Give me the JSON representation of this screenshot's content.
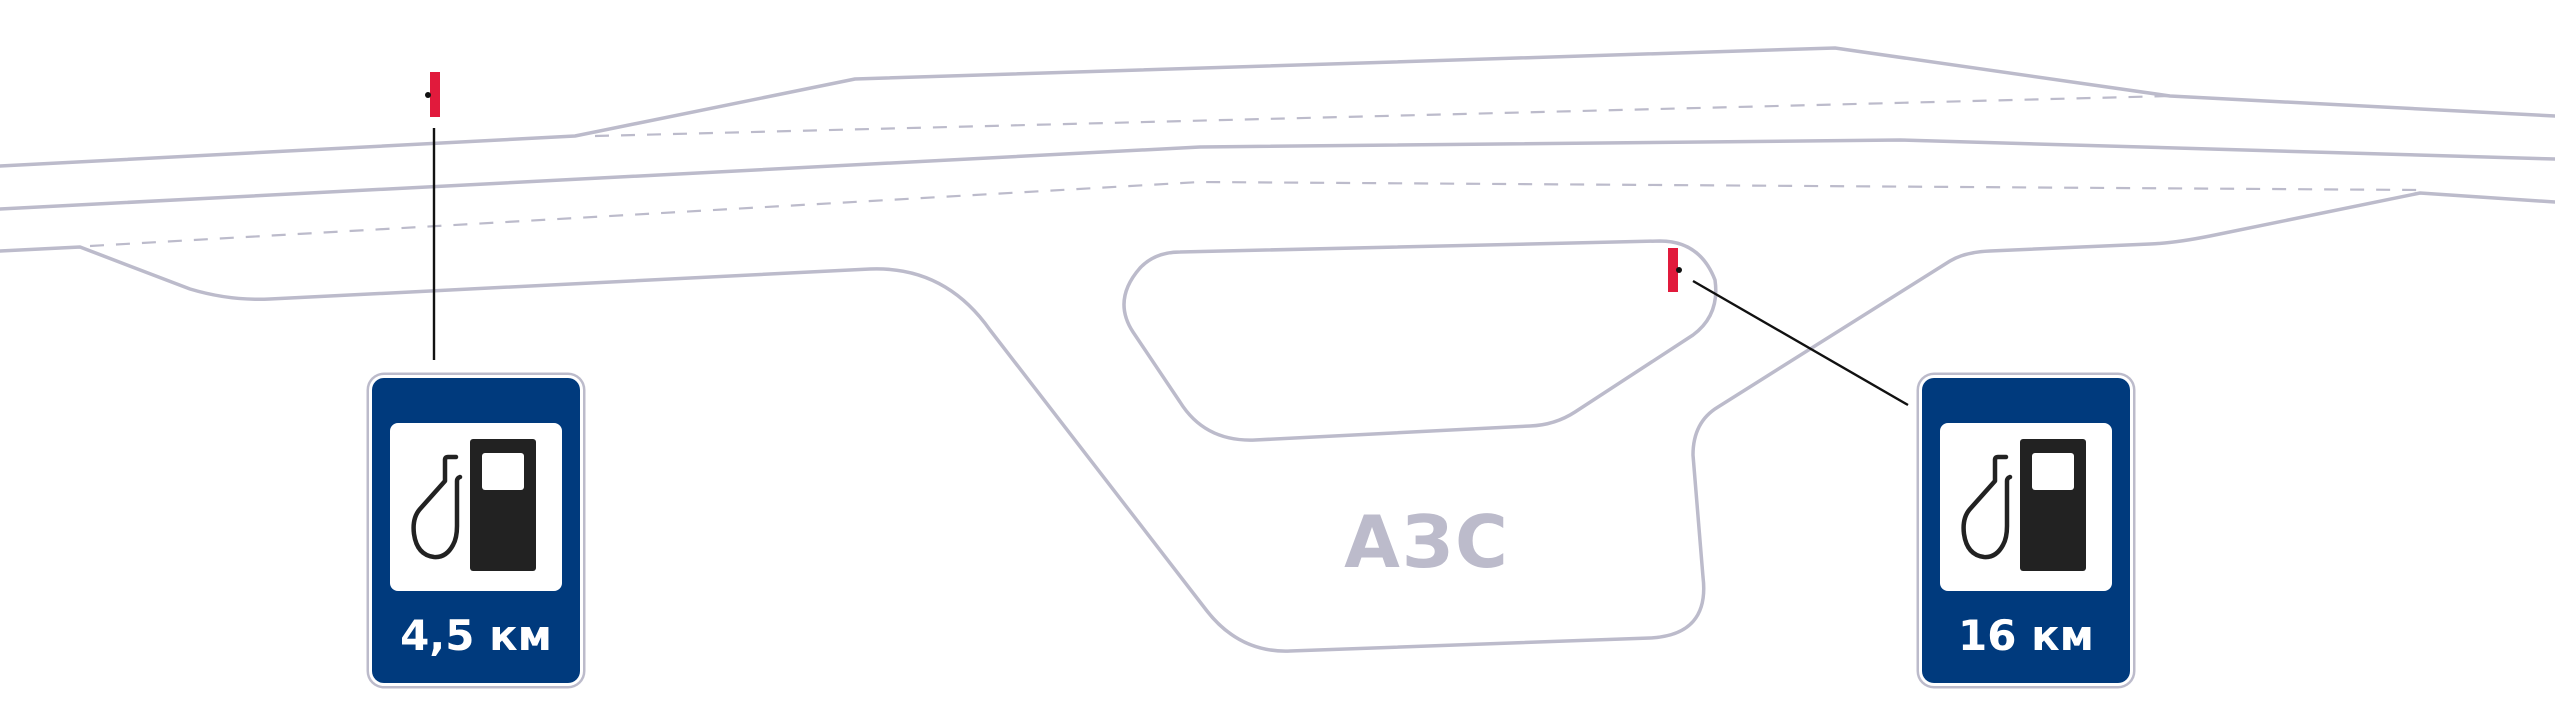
{
  "scheme": {
    "zone_label": "АЗС",
    "colors": {
      "road_outline": "#bcbbcb",
      "sign_background": "#003a7d",
      "marker": "#e11a3c",
      "leader_line": "#111111"
    }
  },
  "signs": [
    {
      "distance_text": "4,5 км",
      "icon": "fuel-station-icon"
    },
    {
      "distance_text": "16 км",
      "icon": "fuel-station-icon"
    }
  ]
}
